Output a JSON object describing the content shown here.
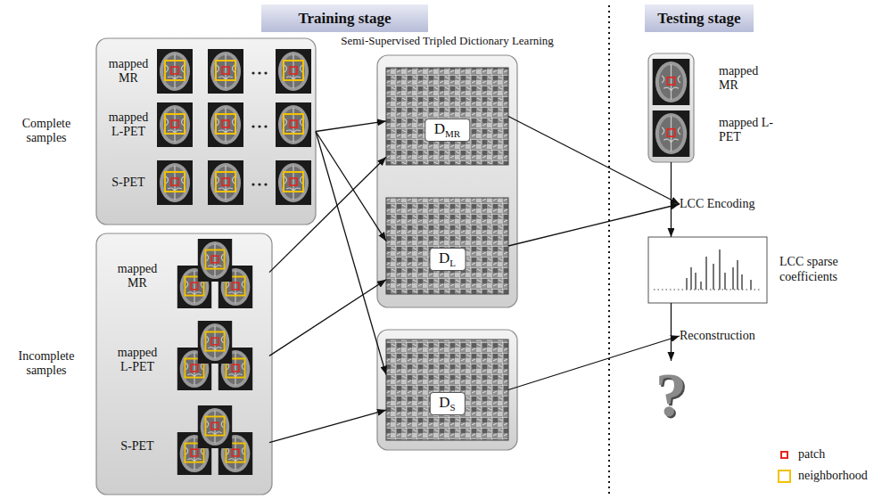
{
  "diagram": {
    "nodes": [
      {
        "text": [
          "Training stage"
        ]
      },
      {
        "text": [
          "Testing stage"
        ]
      },
      {
        "text": [
          "Complete samples"
        ]
      },
      {
        "text": [
          "mapped MR"
        ],
        "in": 2
      },
      {
        "text": [
          "mapped L-PET"
        ],
        "in": 2
      },
      {
        "text": [
          "S-PET"
        ],
        "in": 2
      },
      {
        "text": [
          "Incomplete samples"
        ]
      },
      {
        "text": [
          "mapped MR"
        ],
        "in": 6
      },
      {
        "text": [
          "mapped L-PET"
        ],
        "in": 6
      },
      {
        "text": [
          "S-PET"
        ],
        "in": 6
      },
      {
        "text": [
          "Semi-Supervised Tripled Dictionary Learning"
        ]
      },
      {
        "text": [
          "D",
          "MR"
        ],
        "in": 10
      },
      {
        "text": [
          "D",
          "L"
        ],
        "in": 10
      },
      {
        "text": [
          "D",
          "S"
        ]
      },
      {
        "text": [
          "mapped MR",
          "mapped L-PET"
        ]
      },
      {
        "text": [
          "LCC Encoding"
        ]
      },
      {
        "text": [
          "LCC sparse coefficients"
        ]
      },
      {
        "text": [
          "Reconstruction"
        ]
      },
      {
        "text": [
          "?"
        ]
      }
    ],
    "edges": [
      {
        "from": 2,
        "to": 11,
        "arrow": "to"
      },
      {
        "from": 2,
        "to": 12,
        "arrow": "to"
      },
      {
        "from": 2,
        "to": 13,
        "arrow": "to"
      },
      {
        "from": 7,
        "to": 11,
        "arrow": "to"
      },
      {
        "from": 8,
        "to": 12,
        "arrow": "to"
      },
      {
        "from": 9,
        "to": 13,
        "arrow": "to"
      },
      {
        "from": 11,
        "to": 15,
        "arrow": "to"
      },
      {
        "from": 12,
        "to": 15,
        "arrow": "to"
      },
      {
        "from": 14,
        "to": 16,
        "arrow": "to"
      },
      {
        "from": 13,
        "to": 17,
        "arrow": "to"
      },
      {
        "from": 16,
        "to": 18,
        "arrow": "to"
      }
    ],
    "legend": [
      {
        "text": "patch"
      },
      {
        "text": "neighborhood"
      }
    ]
  }
}
